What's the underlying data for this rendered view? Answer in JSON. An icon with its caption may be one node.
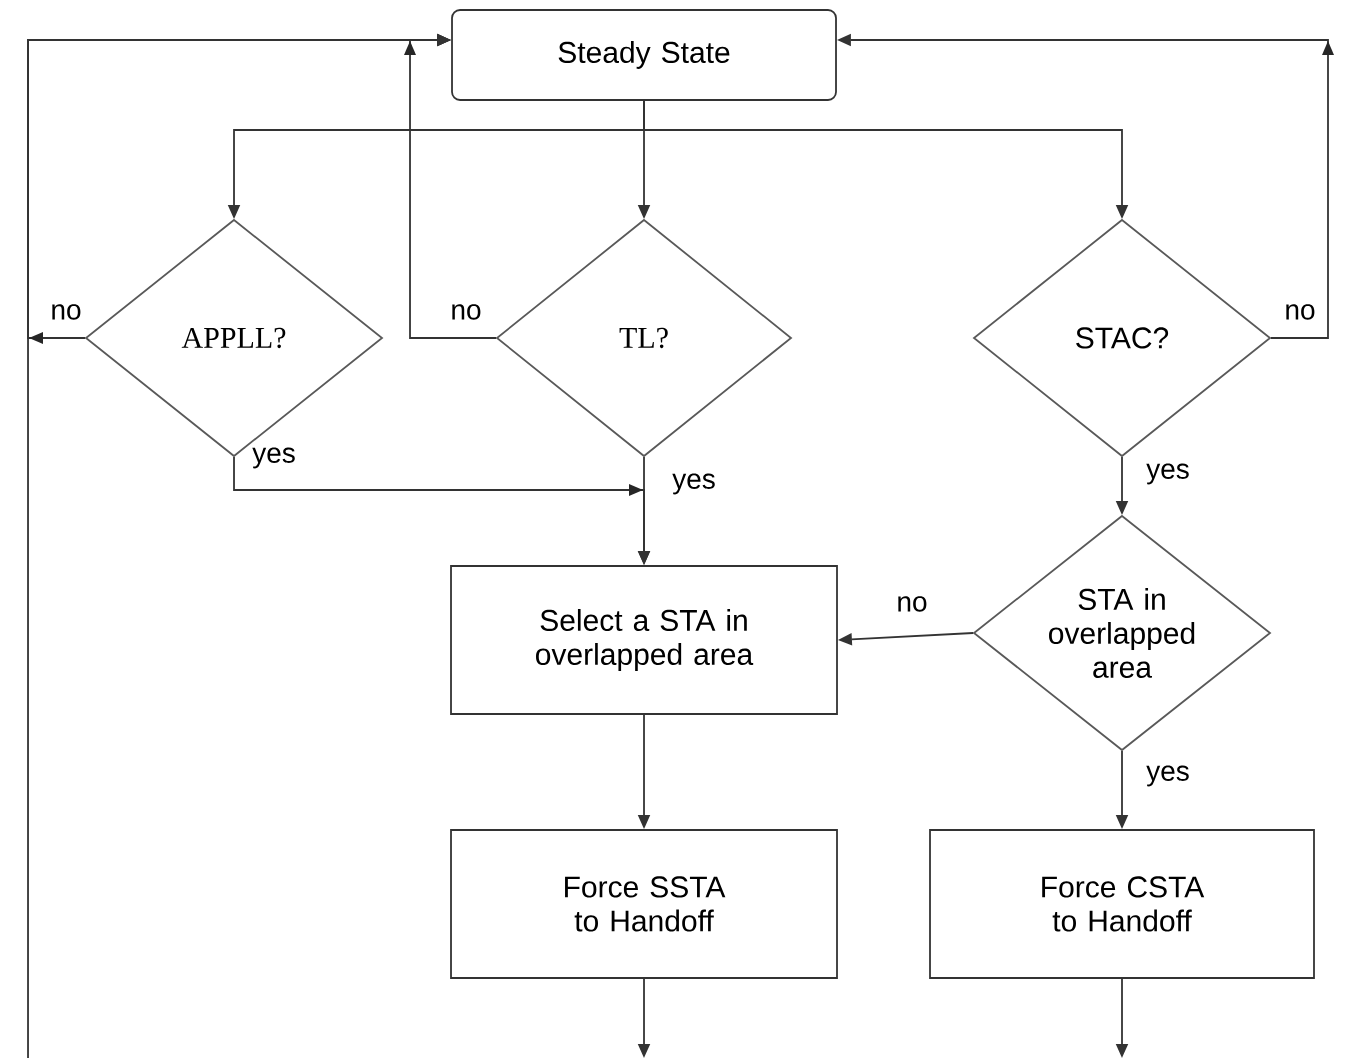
{
  "diagram": {
    "nodes": [
      {
        "text": [
          "Steady State"
        ]
      },
      {
        "text": [
          "APPLL?"
        ]
      },
      {
        "text": [
          "TL?"
        ]
      },
      {
        "text": [
          "STAC?"
        ]
      },
      {
        "text": [
          "Select a STA in overlapped area"
        ]
      },
      {
        "text": [
          "STA in overlapped area"
        ]
      },
      {
        "text": [
          "Force SSTA to Handoff"
        ]
      },
      {
        "text": [
          "Force CSTA to Handoff"
        ]
      }
    ],
    "edges": [
      {
        "from": 0,
        "to": 1,
        "arrow": "to"
      },
      {
        "from": 0,
        "to": 2,
        "arrow": "to"
      },
      {
        "from": 0,
        "to": 3,
        "arrow": "to"
      },
      {
        "from": 1,
        "to": 0,
        "arrow": "to",
        "label": "no"
      },
      {
        "from": 2,
        "to": 0,
        "arrow": "to",
        "label": "no"
      },
      {
        "from": 3,
        "to": 0,
        "arrow": "to",
        "label": "no"
      },
      {
        "from": 1,
        "to": 4,
        "arrow": "to",
        "label": "yes"
      },
      {
        "from": 2,
        "to": 4,
        "arrow": "to",
        "label": "yes"
      },
      {
        "from": 3,
        "to": 5,
        "arrow": "to",
        "label": "yes"
      },
      {
        "from": 5,
        "to": 4,
        "arrow": "to",
        "label": "no"
      },
      {
        "from": 5,
        "to": 7,
        "arrow": "to",
        "label": "yes"
      },
      {
        "from": 4,
        "to": 6,
        "arrow": "to"
      },
      {
        "from": 6,
        "to": null,
        "arrow": "to"
      },
      {
        "from": 7,
        "to": null,
        "arrow": "to"
      },
      {
        "from": null,
        "to": 0,
        "arrow": "to"
      }
    ]
  }
}
